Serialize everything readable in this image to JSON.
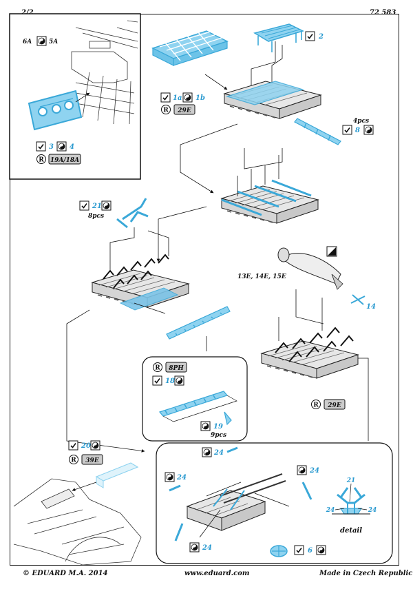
{
  "header": {
    "page": "2/2",
    "kit_number": "72 583"
  },
  "footer": {
    "copyright": "© EDUARD  M.A. 2014",
    "website": "www.eduard.com",
    "origin": "Made in Czech Republic"
  },
  "colors": {
    "pe_part": "#3aa8d8",
    "pe_fill": "#8fd3f0",
    "outline": "#111111",
    "callout_num": "#2a9ad0"
  },
  "icons": {
    "fold": "check-fold-icon",
    "half_etch": "yin-yang-icon",
    "remove": "remove-r-icon",
    "paint": "paint-icon"
  },
  "inset": {
    "labels": {
      "a": "6A",
      "b": "5A"
    },
    "steps": {
      "a": "3",
      "b": "4"
    },
    "remove_parts": "19A/18A"
  },
  "main": {
    "step_2": "2",
    "step_1a": "1a",
    "step_1b": "1b",
    "remove_29e": "29E",
    "qty_4": "4pcs",
    "step_8": "8",
    "step_21": "21",
    "qty_8": "8pcs",
    "bomb_parts": "13E, 14E, 15E",
    "step_14": "14",
    "remove_29e_b": "29E"
  },
  "ladder_box": {
    "remove_parts": "8PH",
    "step_18": "18",
    "step_19": "19",
    "qty_9": "9pcs"
  },
  "lower_left": {
    "step_20": "20",
    "remove_parts": "39E"
  },
  "detail_box": {
    "step_24": "24",
    "step_6": "6",
    "detail_21": "21",
    "detail_label": "detail"
  }
}
